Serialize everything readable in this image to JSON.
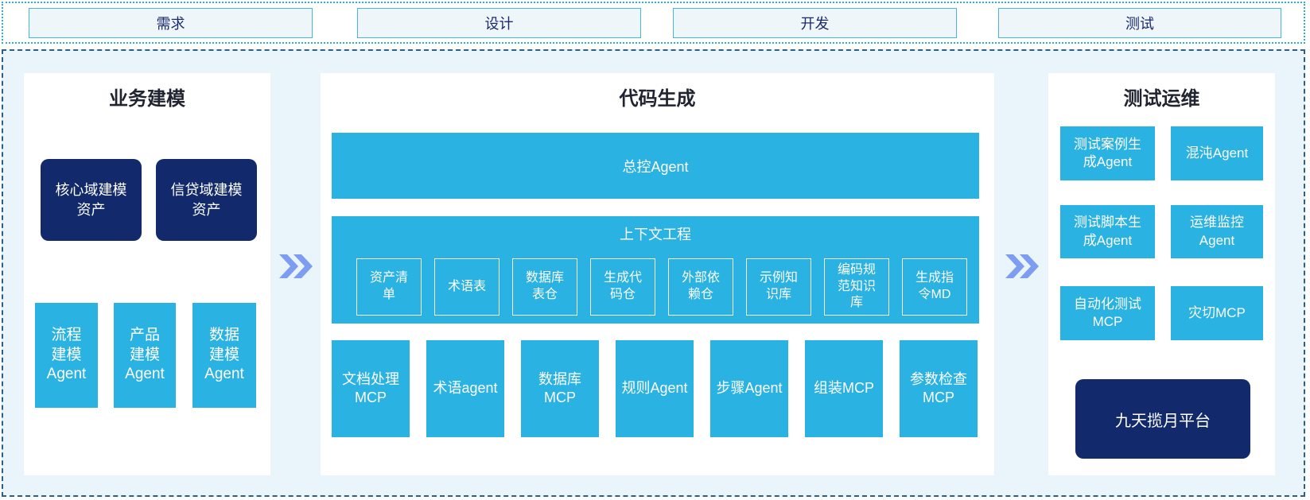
{
  "colors": {
    "cyan": "#29b2e2",
    "navy": "#12296b",
    "container_bg": "#e9f4fb",
    "panel_bg": "#ffffff",
    "arrow": "#7d9df1",
    "phase_border": "#49b4dd",
    "phase_text": "#1b2a6b",
    "dashed_border": "#2e5f85",
    "dotted_border": "#2aaede"
  },
  "phases": {
    "items": [
      {
        "label": "需求"
      },
      {
        "label": "设计"
      },
      {
        "label": "开发"
      },
      {
        "label": "测试"
      }
    ]
  },
  "business_modeling": {
    "title": "业务建模",
    "assets": [
      {
        "label": "核心域建模\n资产"
      },
      {
        "label": "信贷域建模\n资产"
      }
    ],
    "agents": [
      {
        "label": "流程\n建模\nAgent"
      },
      {
        "label": "产品\n建模\nAgent"
      },
      {
        "label": "数据\n建模\nAgent"
      }
    ]
  },
  "code_generation": {
    "title": "代码生成",
    "master_agent": "总控Agent",
    "context_engineering": {
      "title": "上下文工程",
      "items": [
        {
          "label": "资产清\n单"
        },
        {
          "label": "术语表"
        },
        {
          "label": "数据库\n表仓"
        },
        {
          "label": "生成代\n码仓"
        },
        {
          "label": "外部依\n赖仓"
        },
        {
          "label": "示例知\n识库"
        },
        {
          "label": "编码规\n范知识\n库"
        },
        {
          "label": "生成指\n令MD"
        }
      ]
    },
    "workers": [
      {
        "label": "文档处理\nMCP"
      },
      {
        "label": "术语agent"
      },
      {
        "label": "数据库\nMCP"
      },
      {
        "label": "规则Agent"
      },
      {
        "label": "步骤Agent"
      },
      {
        "label": "组装MCP"
      },
      {
        "label": "参数检查\nMCP"
      }
    ]
  },
  "test_ops": {
    "title": "测试运维",
    "grid": [
      {
        "label": "测试案例生\n成Agent"
      },
      {
        "label": "混沌Agent"
      },
      {
        "label": "测试脚本生\n成Agent"
      },
      {
        "label": "运维监控\nAgent"
      },
      {
        "label": "自动化测试\nMCP"
      },
      {
        "label": "灾切MCP"
      }
    ],
    "platform": "九天揽月平台"
  }
}
